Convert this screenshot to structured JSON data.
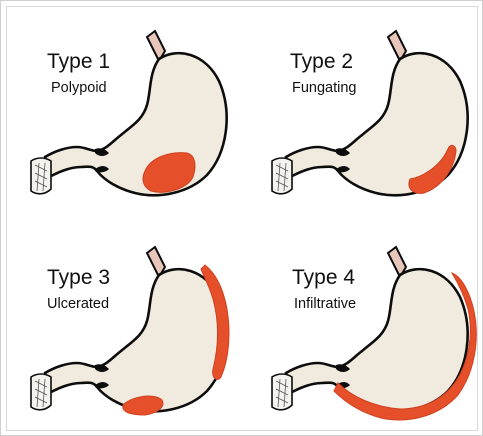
{
  "figure": {
    "panels": [
      {
        "type_label": "Type 1",
        "description": "Polypoid"
      },
      {
        "type_label": "Type 2",
        "description": "Fungating"
      },
      {
        "type_label": "Type 3",
        "description": "Ulcerated"
      },
      {
        "type_label": "Type 4",
        "description": "Infiltrative"
      }
    ]
  },
  "colors": {
    "stomach_fill": "#f1ebdf",
    "outline": "#0d0d0d",
    "tumor": "#e5502a",
    "esophagus": "#e9c6bb"
  }
}
